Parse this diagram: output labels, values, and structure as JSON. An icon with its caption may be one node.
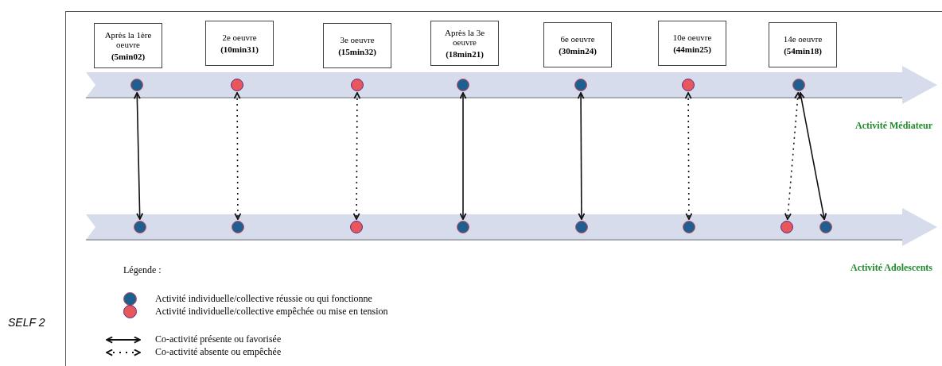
{
  "diagram": {
    "nodes": [
      {
        "text": [
          "Après la 1ère oeuvre",
          "(5min02)"
        ]
      },
      {
        "text": [
          "2e oeuvre",
          "(10min31)"
        ]
      },
      {
        "text": [
          "3e oeuvre",
          "(15min32)"
        ]
      },
      {
        "text": [
          "Après la 3e oeuvre",
          "(18min21)"
        ]
      },
      {
        "text": [
          "6e oeuvre",
          "(30min24)"
        ]
      },
      {
        "text": [
          "10e oeuvre",
          "(44min25)"
        ]
      },
      {
        "text": [
          "14e oeuvre",
          "(54min18)"
        ]
      },
      {
        "text": [
          "Activité Médiateur"
        ]
      },
      {
        "text": [],
        "shape": "circle",
        "in": 7
      },
      {
        "text": [],
        "shape": "circle",
        "in": 7
      },
      {
        "text": [],
        "shape": "circle",
        "in": 7
      },
      {
        "text": [],
        "shape": "circle",
        "in": 7
      },
      {
        "text": [],
        "shape": "circle",
        "in": 7
      },
      {
        "text": [],
        "shape": "circle",
        "in": 7
      },
      {
        "text": [],
        "shape": "circle",
        "in": 7
      },
      {
        "text": [
          "Activité Adolescents"
        ]
      },
      {
        "text": [],
        "shape": "circle",
        "in": 15
      },
      {
        "text": [],
        "shape": "circle",
        "in": 15
      },
      {
        "text": [],
        "shape": "circle",
        "in": 15
      },
      {
        "text": [],
        "shape": "circle",
        "in": 15
      },
      {
        "text": [],
        "shape": "circle",
        "in": 15
      },
      {
        "text": [],
        "shape": "circle",
        "in": 15
      },
      {
        "text": [],
        "shape": "circle",
        "in": 15
      },
      {
        "text": [],
        "shape": "circle",
        "in": 15
      }
    ],
    "edges": [
      {
        "from": 8,
        "to": 16,
        "arrow": "both"
      },
      {
        "from": 9,
        "to": 17,
        "arrow": "both",
        "style": "dashed"
      },
      {
        "from": 10,
        "to": 18,
        "arrow": "both",
        "style": "dashed"
      },
      {
        "from": 11,
        "to": 19,
        "arrow": "both"
      },
      {
        "from": 12,
        "to": 20,
        "arrow": "both"
      },
      {
        "from": 13,
        "to": 21,
        "arrow": "both",
        "style": "dashed"
      },
      {
        "from": 14,
        "to": 22,
        "arrow": "both",
        "style": "dashed"
      },
      {
        "from": 14,
        "to": 23,
        "arrow": "both"
      }
    ],
    "labels": [
      "Légende :",
      "SELF 2"
    ],
    "legend": [
      {
        "text": "Activité individuelle/collective réussie ou qui fonctionne",
        "color": "#1f5f8f"
      },
      {
        "text": "Activité individuelle/collective empêchée ou mise en tension",
        "color": "#e8585a"
      },
      {
        "text": "Co-activité présente ou favorisée"
      },
      {
        "text": "Co-activité absente ou empêchée"
      }
    ]
  }
}
